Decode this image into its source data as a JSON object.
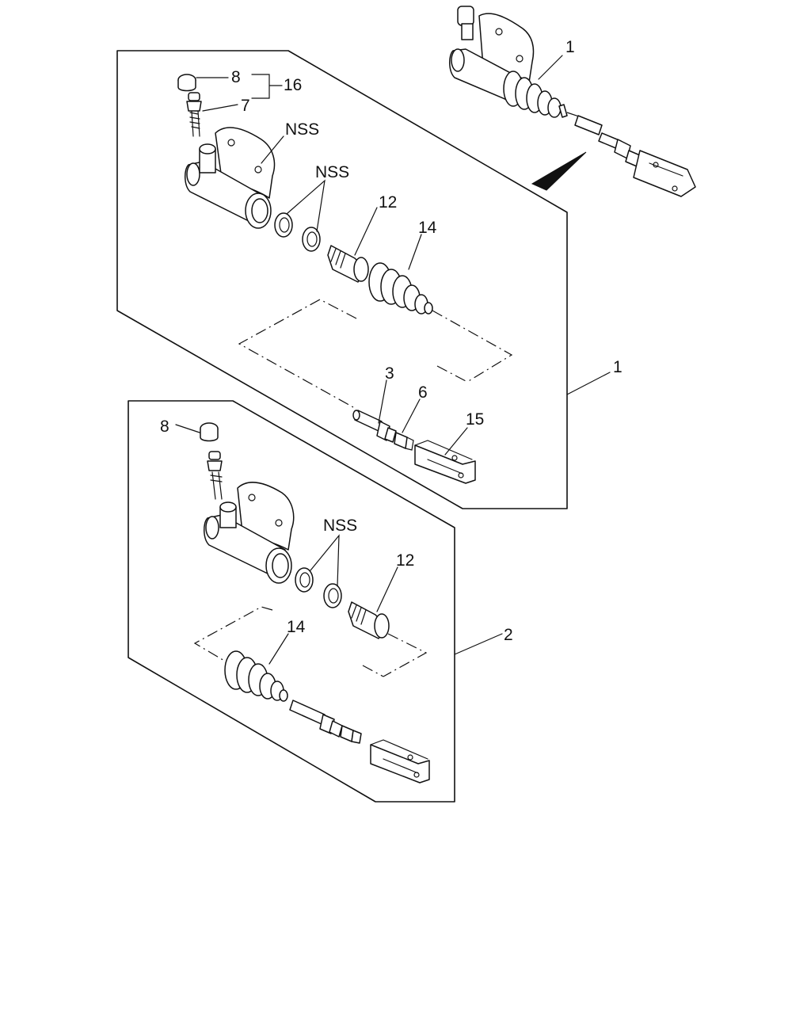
{
  "labels": {
    "top_assembly_1": "1",
    "callout_1": "1",
    "callout_2": "2",
    "a_8": "8",
    "a_16": "16",
    "a_7": "7",
    "a_nss_bracket": "NSS",
    "a_nss_seals": "NSS",
    "a_12": "12",
    "a_14": "14",
    "a_3": "3",
    "a_6": "6",
    "a_15": "15",
    "b_8": "8",
    "b_nss_seals": "NSS",
    "b_12": "12",
    "b_14": "14"
  }
}
